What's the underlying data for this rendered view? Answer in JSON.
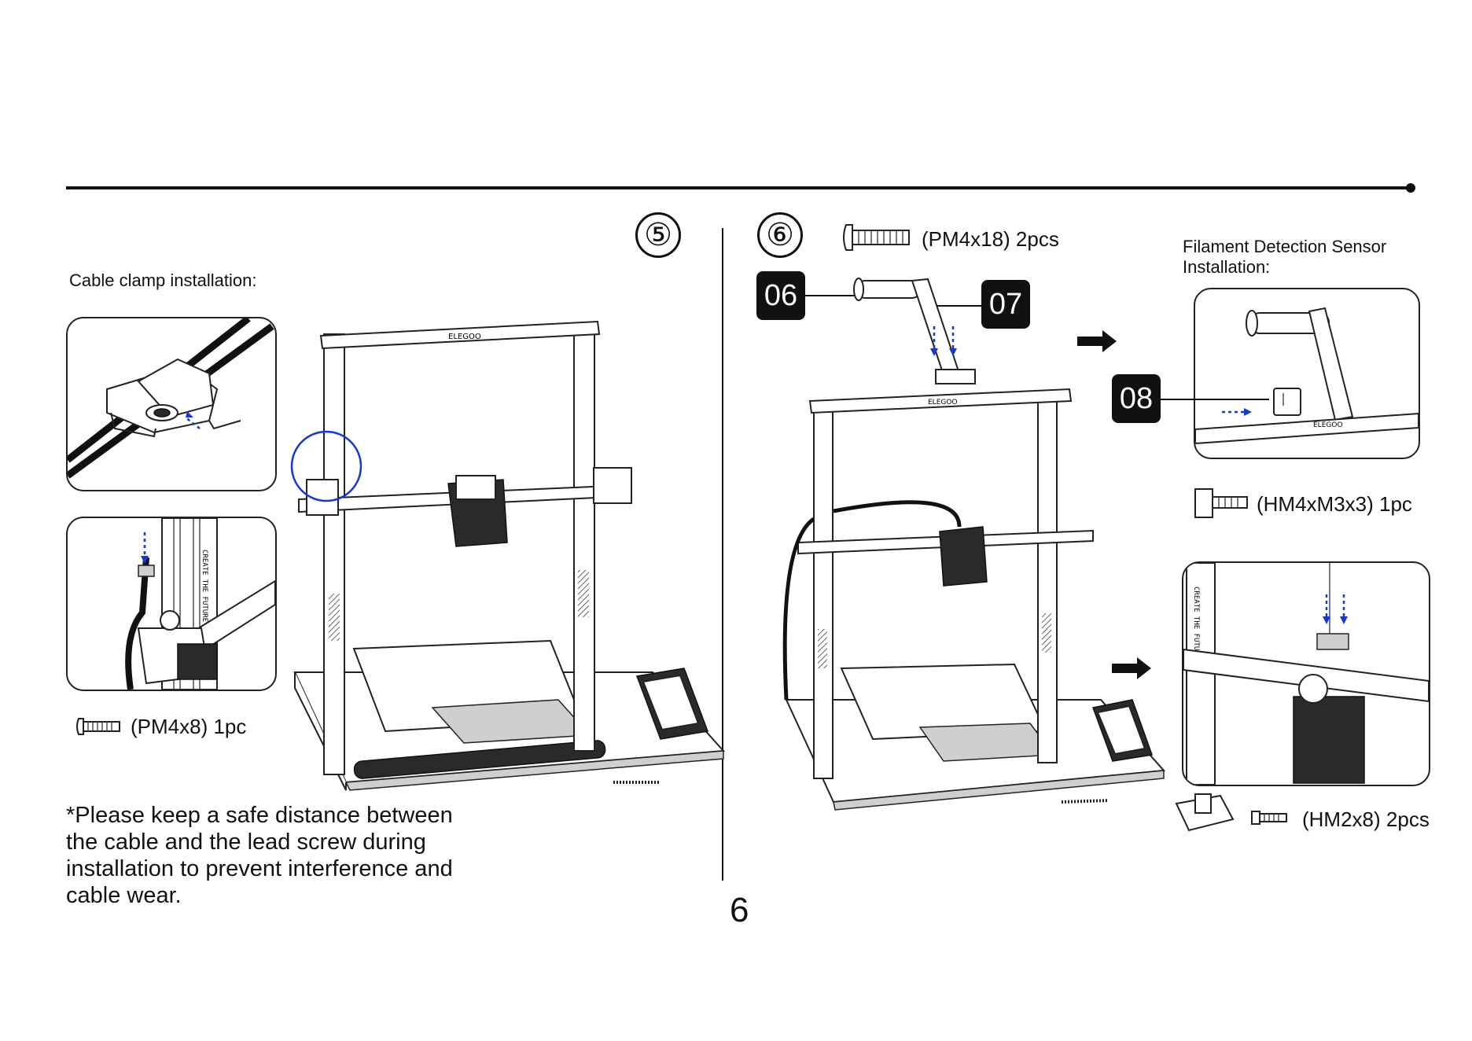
{
  "step5": {
    "number": "⑤",
    "caption": "Cable clamp installation:",
    "screw_label": "(PM4x8)  1pc",
    "note": "*Please keep a safe distance between the cable and the lead screw during installation to prevent interference and cable wear."
  },
  "step6": {
    "number": "⑥",
    "screw_label": "(PM4x18)  2pcs",
    "tag_06": "06",
    "tag_07": "07",
    "tag_08": "08",
    "sensor_caption_line1": "Filament Detection Sensor",
    "sensor_caption_line2": "Installation:",
    "sensor_screw_label": "(HM4xM3x3)  1pc",
    "bracket_screw_label": "(HM2x8)  2pcs"
  },
  "printer_brand": "ELEGOO",
  "frame_slogan": "CREATE THE FUTURE",
  "page_number": "6",
  "colors": {
    "ink": "#111111",
    "accent_blue": "#1537d6"
  }
}
